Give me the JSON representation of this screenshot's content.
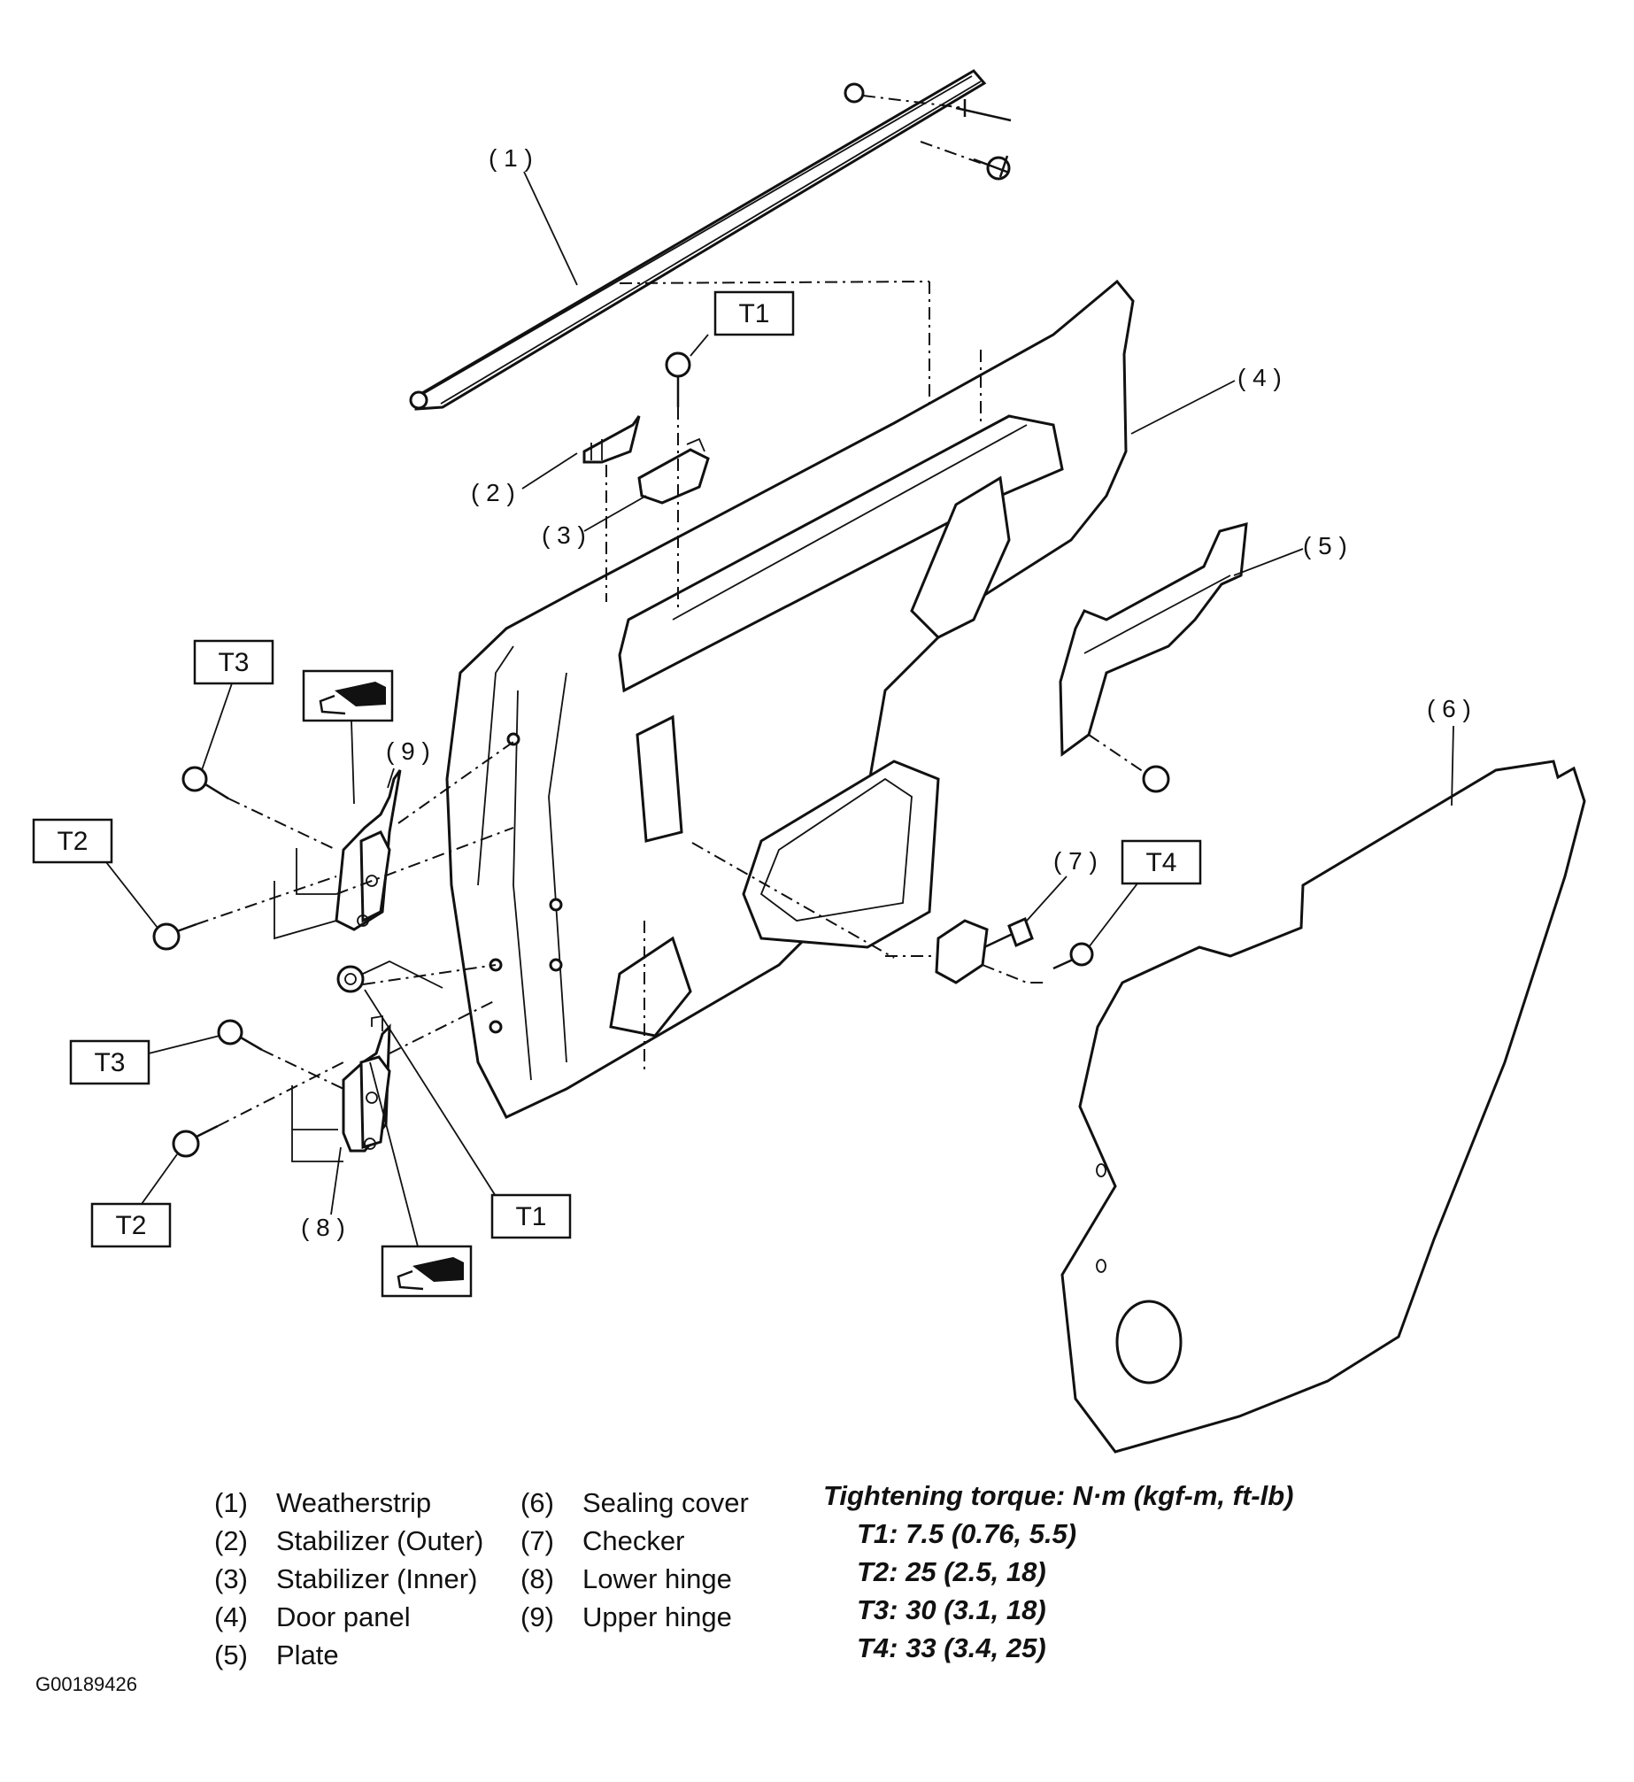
{
  "callouts": {
    "c1": "( 1 )",
    "c2": "( 2 )",
    "c3": "( 3 )",
    "c4": "( 4 )",
    "c5": "( 5 )",
    "c6": "( 6 )",
    "c7": "( 7 )",
    "c8": "( 8 )",
    "c9": "( 9 )"
  },
  "torque_boxes": {
    "t1_top": "T1",
    "t1_bottom": "T1",
    "t2_upper": "T2",
    "t2_lower": "T2",
    "t3_upper": "T3",
    "t3_lower": "T3",
    "t4": "T4"
  },
  "icons": [
    "grease-icon",
    "grease-icon"
  ],
  "legend": {
    "left": [
      {
        "num": "(1)",
        "name": "Weatherstrip"
      },
      {
        "num": "(2)",
        "name": "Stabilizer (Outer)"
      },
      {
        "num": "(3)",
        "name": "Stabilizer (Inner)"
      },
      {
        "num": "(4)",
        "name": "Door panel"
      },
      {
        "num": "(5)",
        "name": "Plate"
      }
    ],
    "right": [
      {
        "num": "(6)",
        "name": "Sealing cover"
      },
      {
        "num": "(7)",
        "name": "Checker"
      },
      {
        "num": "(8)",
        "name": "Lower hinge"
      },
      {
        "num": "(9)",
        "name": "Upper hinge"
      }
    ]
  },
  "torque": {
    "title": "Tightening torque: N·m (kgf-m, ft-lb)",
    "values": [
      "T1: 7.5 (0.76, 5.5)",
      "T2: 25 (2.5, 18)",
      "T3: 30 (3.1, 18)",
      "T4: 33 (3.4, 25)"
    ]
  },
  "figure_id": "G00189426"
}
